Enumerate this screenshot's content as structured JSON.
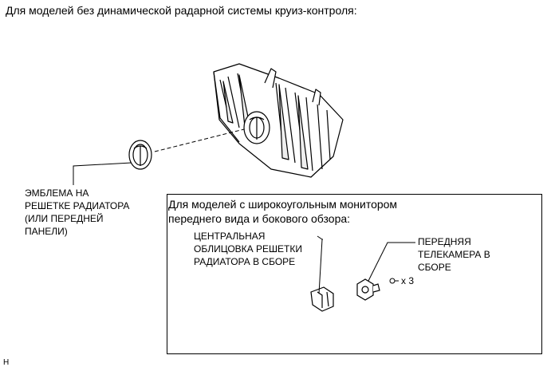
{
  "heading": "Для моделей без динамической радарной системы круиз-контроля:",
  "emblem_label": [
    "ЭМБЛЕМА НА",
    "РЕШЕТКЕ РАДИАТОРА",
    "(ИЛИ ПЕРЕДНЕЙ",
    "ПАНЕЛИ)"
  ],
  "box": {
    "title": [
      "Для моделей с широкоугольным монитором",
      "переднего вида и бокового обзора:"
    ],
    "center_label": [
      "ЦЕНТРАЛЬНАЯ",
      "ОБЛИЦОВКА РЕШЕТКИ",
      "РАДИАТОРА В СБОРЕ"
    ],
    "camera_label": [
      "ПЕРЕДНЯЯ",
      "ТЕЛЕКАМЕРА В",
      "СБОРЕ"
    ],
    "quantity": "x 3"
  },
  "footer_code": "H"
}
